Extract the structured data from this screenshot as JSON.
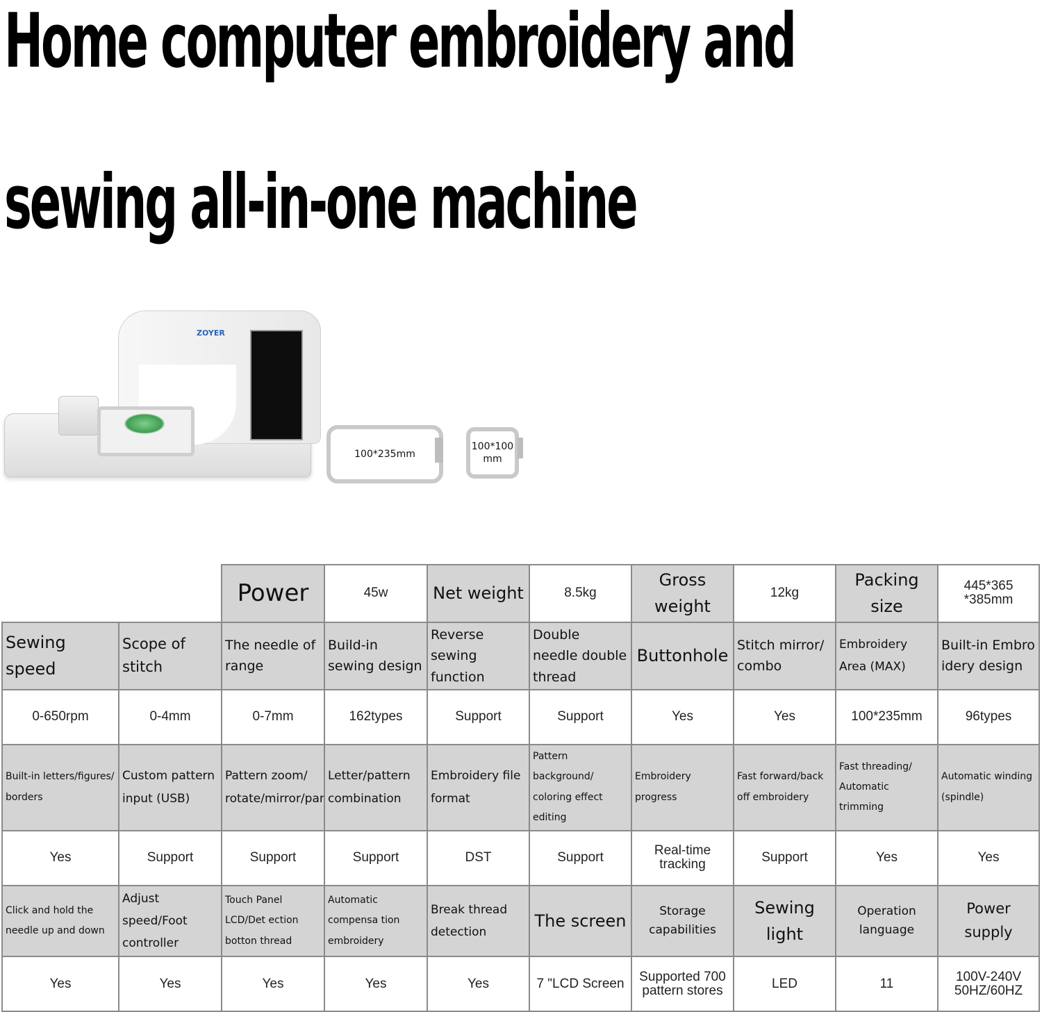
{
  "headline": {
    "line1": "Home computer embroidery and",
    "line2": "sewing all-in-one machine"
  },
  "product": {
    "brand": "ZOYER",
    "hoop_large_label": "100*235mm",
    "hoop_square_label": "100*100 mm"
  },
  "specs": {
    "power_label": "Power",
    "power_value": "45w",
    "net_weight_label": "Net weight",
    "net_weight_value": "8.5kg",
    "gross_weight_label": "Gross weight",
    "gross_weight_value": "12kg",
    "packing_size_label": "Packing size",
    "packing_size_value": "445*365 *385mm",
    "row2_labels": [
      "Sewing speed",
      "Scope of stitch",
      "The needle of range",
      "Build-in sewing design",
      "Reverse sewing function",
      "Double needle double thread",
      "Buttonhole",
      "Stitch mirror/ combo",
      "Embroidery Area (MAX)",
      "Built-in Embro idery design"
    ],
    "row2_values": [
      "0-650rpm",
      "0-4mm",
      "0-7mm",
      "162types",
      "Support",
      "Support",
      "Yes",
      "Yes",
      "100*235mm",
      "96types"
    ],
    "row3_labels": [
      "Built-in letters/figures/ borders",
      "Custom pattern input (USB)",
      "Pattern zoom/ rotate/mirror/pan",
      "Letter/pattern combination",
      "Embroidery file format",
      "Pattern background/ coloring effect editing",
      "Embroidery progress",
      "Fast forward/back off embroidery",
      "Fast threading/ Automatic trimming",
      "Automatic winding (spindle)"
    ],
    "row3_values": [
      "Yes",
      "Support",
      "Support",
      "Support",
      "DST",
      "Support",
      "Real-time tracking",
      "Support",
      "Yes",
      "Yes"
    ],
    "row4_labels": [
      "Click and hold the needle up and down",
      "Adjust speed/Foot controller",
      "Touch Panel LCD/Det ection botton thread",
      "Automatic compensa tion embroidery",
      "Break thread detection",
      "The screen",
      "Storage capabilities",
      "Sewing light",
      "Operation language",
      "Power supply"
    ],
    "row4_values": [
      "Yes",
      "Yes",
      "Yes",
      "Yes",
      "Yes",
      "7 \"LCD Screen",
      "Supported 700 pattern stores",
      "LED",
      "11",
      "100V-240V 50HZ/60HZ"
    ]
  }
}
